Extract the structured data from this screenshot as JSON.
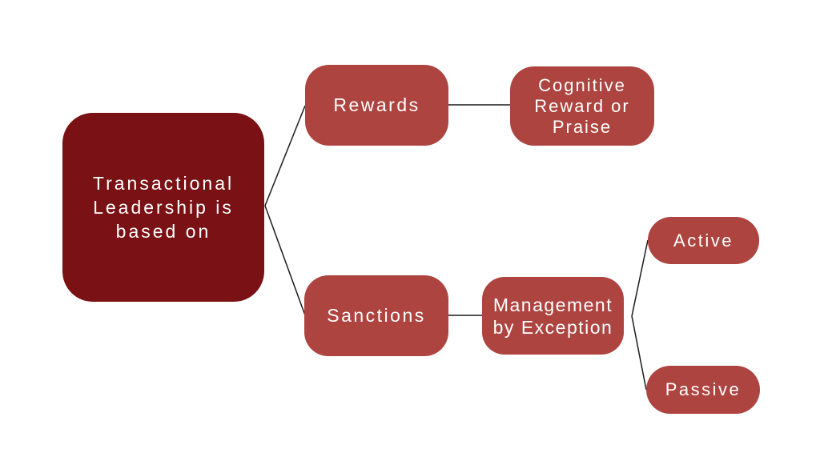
{
  "title": "Transactional Leadership mind map",
  "colors": {
    "root_node": "#7A1114",
    "child_node": "#AE4440",
    "connector": "#1b1b1b",
    "text": "#FFFFFF",
    "background": "#FFFFFF"
  },
  "nodes": {
    "root": {
      "label": "Transactional\nLeadership is\nbased on"
    },
    "rewards": {
      "label": "Rewards"
    },
    "cognitive": {
      "label": "Cognitive\nReward or\nPraise"
    },
    "sanctions": {
      "label": "Sanctions"
    },
    "management": {
      "label": "Management\nby Exception"
    },
    "active": {
      "label": "Active"
    },
    "passive": {
      "label": "Passive"
    }
  },
  "edges": [
    {
      "from": "root",
      "to": "rewards"
    },
    {
      "from": "root",
      "to": "sanctions"
    },
    {
      "from": "rewards",
      "to": "cognitive"
    },
    {
      "from": "sanctions",
      "to": "management"
    },
    {
      "from": "management",
      "to": "active"
    },
    {
      "from": "management",
      "to": "passive"
    }
  ]
}
